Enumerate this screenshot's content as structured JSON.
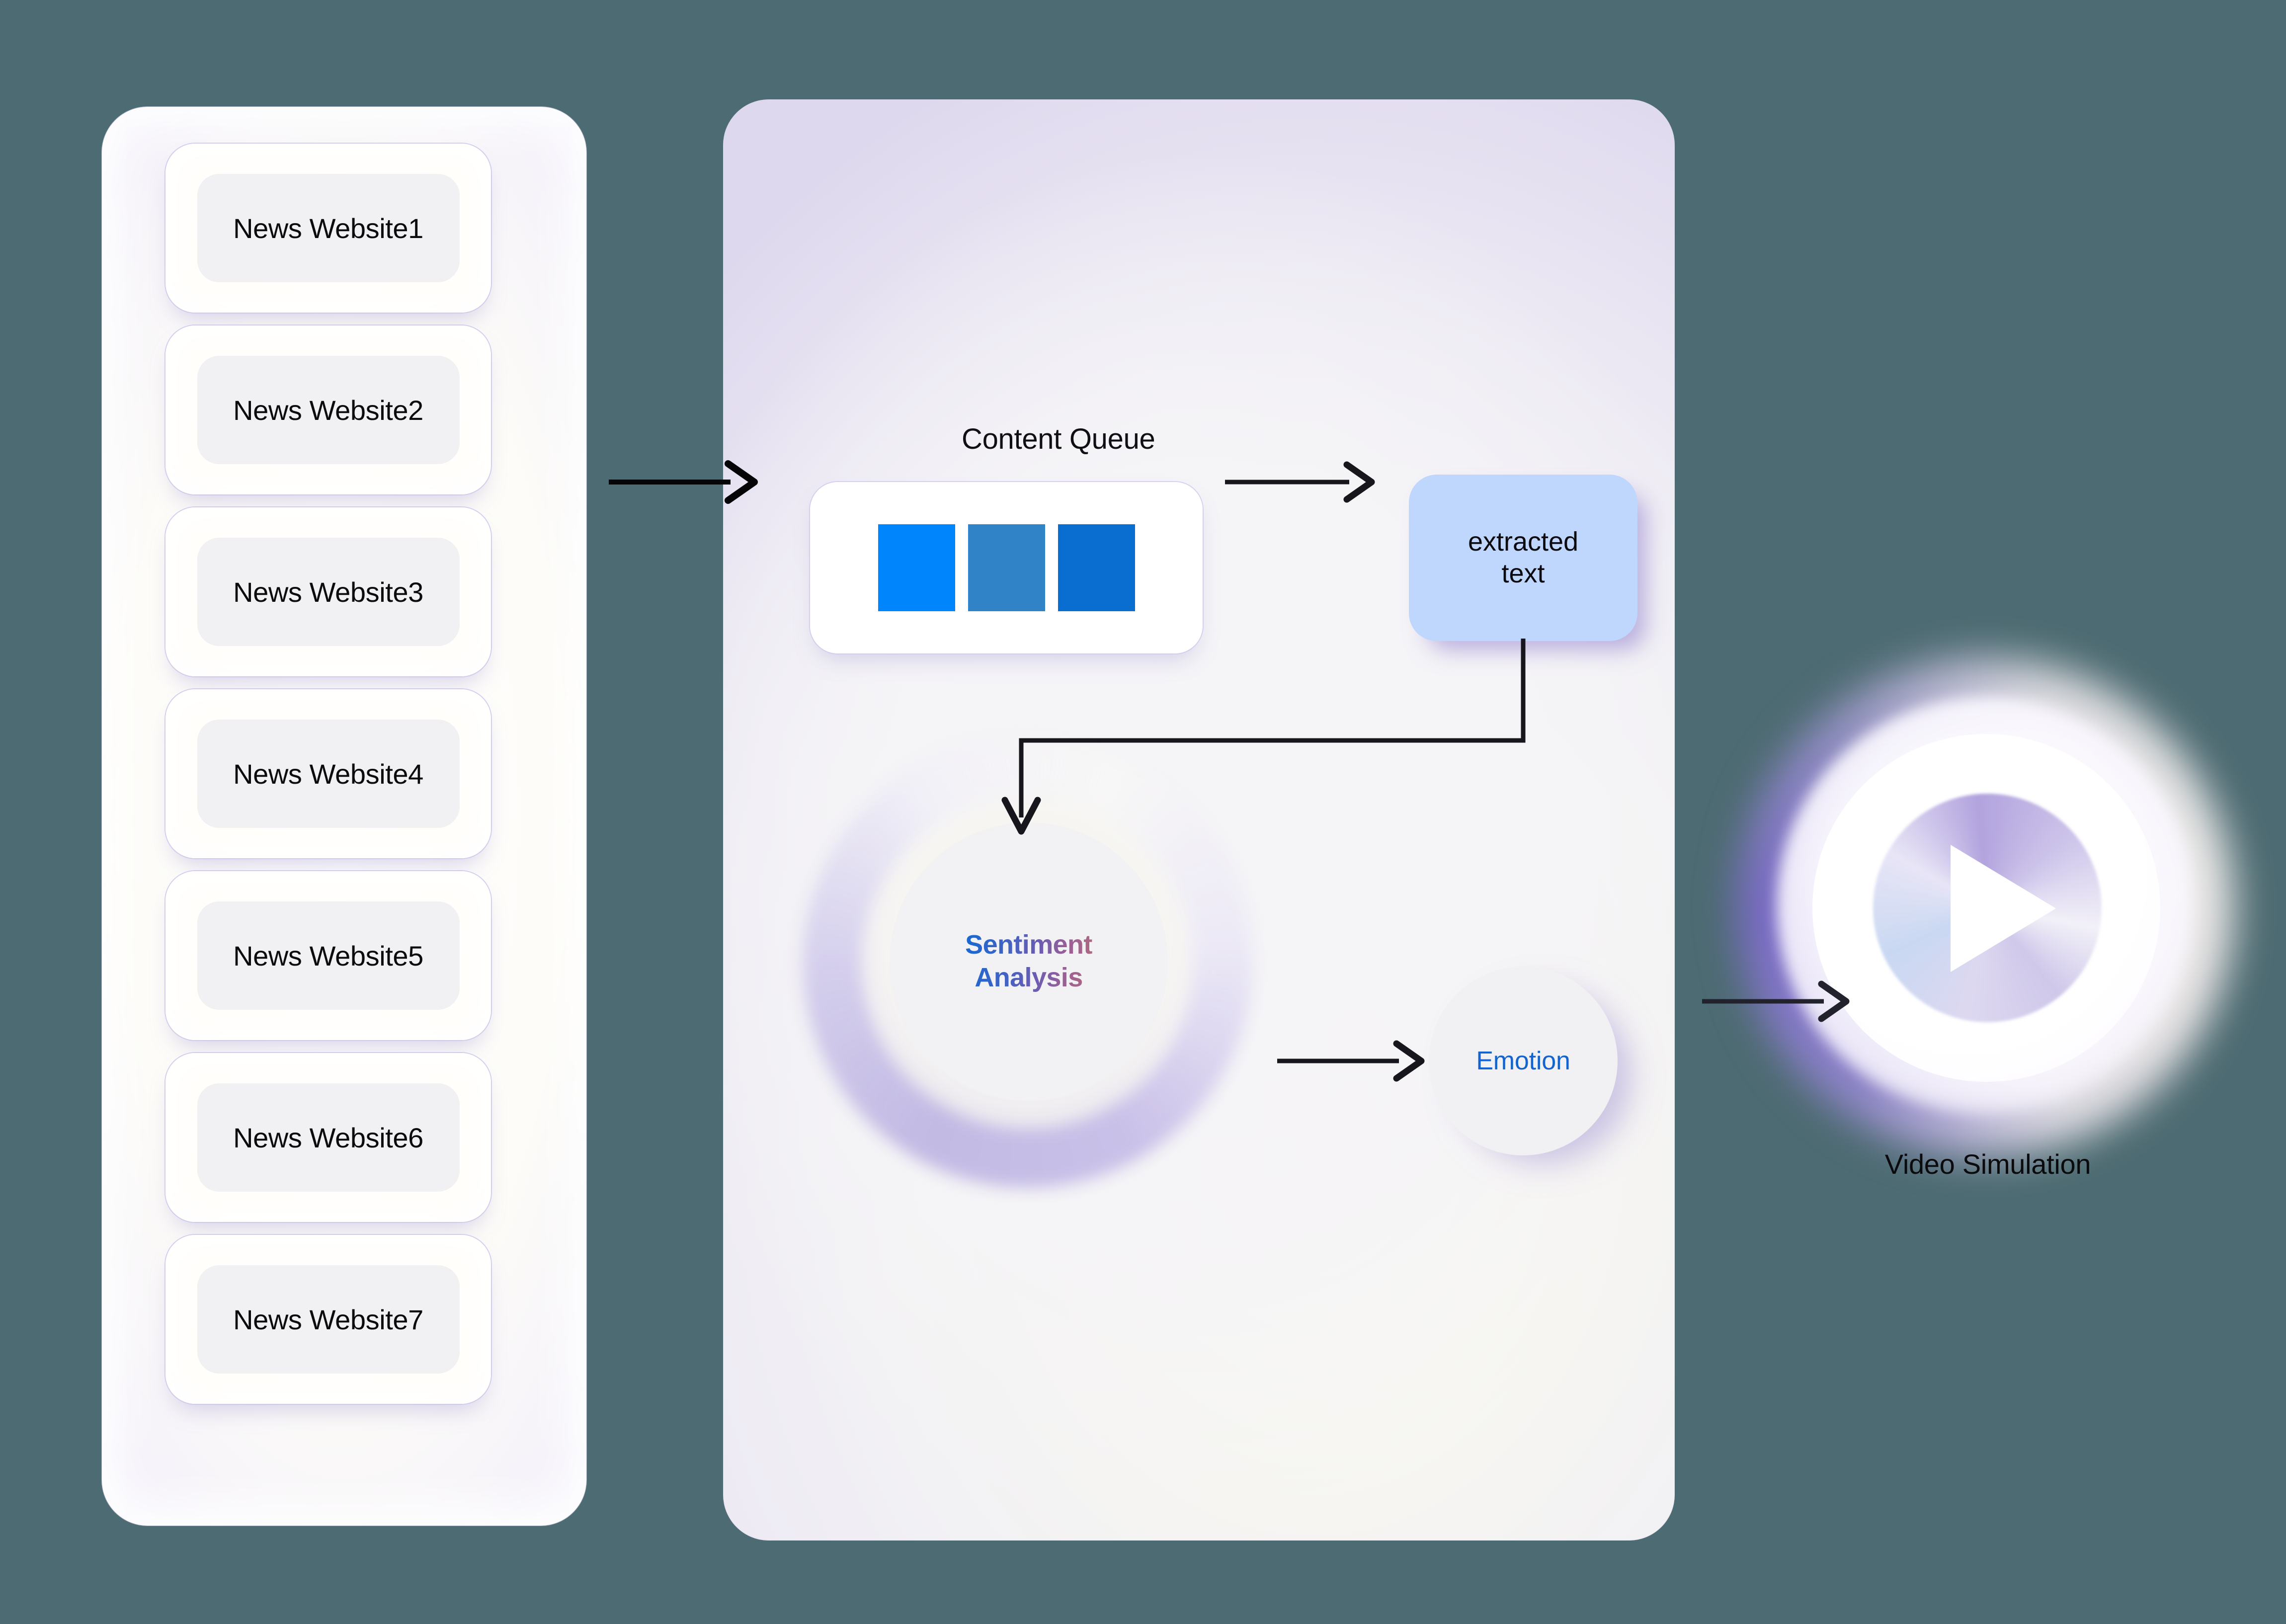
{
  "background_color": "#4d6b72",
  "left_panel": {
    "name": "news-sources-panel",
    "cards": [
      {
        "label": "News Website1"
      },
      {
        "label": "News Website2"
      },
      {
        "label": "News Website3"
      },
      {
        "label": "News Website4"
      },
      {
        "label": "News Website5"
      },
      {
        "label": "News Website6"
      },
      {
        "label": "News Website7"
      }
    ]
  },
  "middle_panel": {
    "name": "processing-pipeline-panel",
    "content_queue": {
      "title": "Content Queue",
      "tiles": [
        {
          "name": "queue-tile-1",
          "color": "#0085fc"
        },
        {
          "name": "queue-tile-2",
          "color": "#3183c8"
        },
        {
          "name": "queue-tile-3",
          "color": "#0a6dd0"
        }
      ]
    },
    "extracted_text": {
      "line1": "extracted",
      "line2": "text",
      "color": "#bfd6fd"
    },
    "sentiment": {
      "line1": "Sentiment",
      "line2": "Analysis",
      "gradient_start": "#1769d0",
      "gradient_end": "#b06a7d"
    },
    "emotion": {
      "label": "Emotion",
      "color": "#1464cf"
    }
  },
  "video": {
    "name": "video-simulation",
    "label": "Video Simulation",
    "icon": "play-icon"
  },
  "arrows": [
    {
      "name": "arrow-sources-to-pipeline",
      "direction": "right"
    },
    {
      "name": "arrow-queue-to-extracted-text",
      "direction": "right"
    },
    {
      "name": "arrow-extracted-text-to-sentiment",
      "direction": "elbow-down"
    },
    {
      "name": "arrow-sentiment-to-emotion",
      "direction": "right"
    },
    {
      "name": "arrow-emotion-to-video",
      "direction": "right"
    }
  ]
}
